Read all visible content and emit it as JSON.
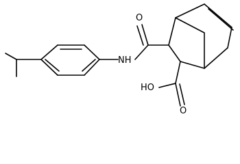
{
  "structure": {
    "labels": {
      "carbonyl_o_amide": "O",
      "amide_nh": "NH",
      "acid_oh": "HO",
      "carbonyl_o_acid": "O"
    },
    "colors": {
      "bond": "#000000",
      "text": "#000000",
      "background": "#ffffff"
    }
  }
}
